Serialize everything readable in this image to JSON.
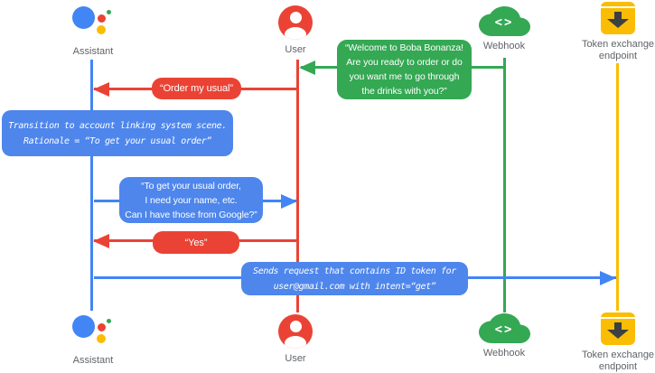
{
  "colors": {
    "blue": "#4285F4",
    "boxblue": "#4e86ec",
    "red": "#EA4335",
    "green": "#34A853",
    "yellow": "#FBBC04",
    "label": "#5F6368",
    "dark": "#3c4043"
  },
  "actors": {
    "assistant": {
      "label": "Assistant",
      "icon": "google-assistant-logo"
    },
    "user": {
      "label": "User",
      "icon": "person-icon"
    },
    "webhook": {
      "label": "Webhook",
      "icon": "cloud-code-icon"
    },
    "token": {
      "label": "Token exchange\nendpoint",
      "icon": "archive-download-icon"
    }
  },
  "icons": {
    "webhook_glyph": "<>"
  },
  "messages": {
    "welcome": {
      "from": "Webhook",
      "to": "User",
      "text": "“Welcome to Boba Bonanza!\nAre you ready to order or do\nyou want me to go through\nthe drinks with you?”"
    },
    "order": {
      "from": "User",
      "to": "Assistant",
      "text": "“Order my usual”"
    },
    "transition_note": {
      "attached_to": "Assistant",
      "text": "Transition to account linking system scene.\nRationale = “To get your usual order”"
    },
    "usual": {
      "from": "Assistant",
      "to": "User",
      "text": "“To get your usual order,\nI need your name, etc.\nCan I have those from Google?”"
    },
    "yes": {
      "from": "User",
      "to": "Assistant",
      "text": "“Yes”"
    },
    "sends": {
      "from": "Assistant",
      "to": "Token exchange endpoint",
      "text": "Sends request that contains ID token for\nuser@gmail.com with intent=“get”"
    }
  }
}
